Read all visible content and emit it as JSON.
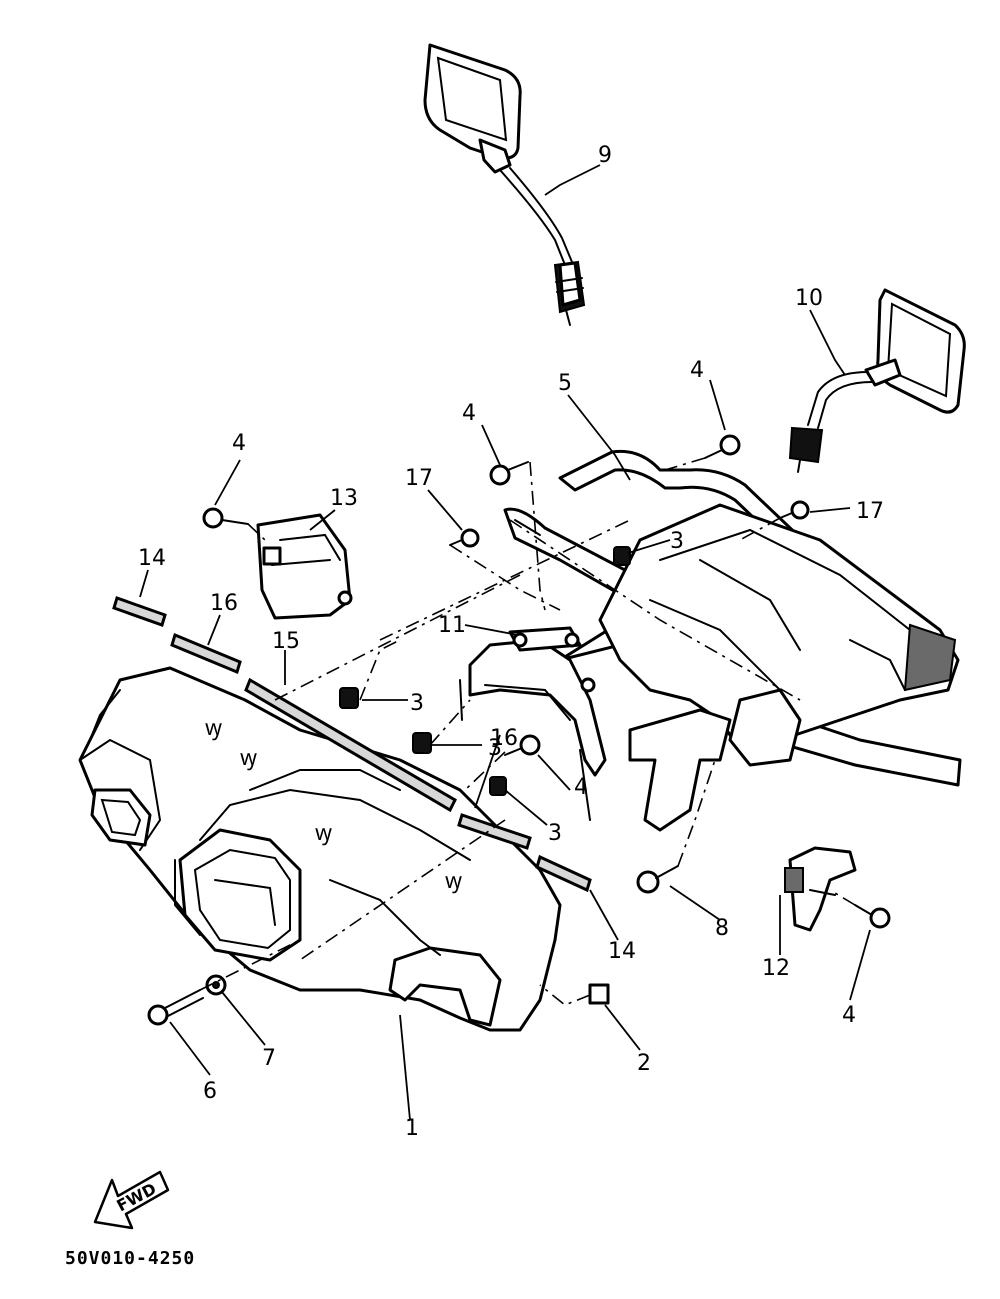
{
  "callouts": {
    "c1": "1",
    "c2": "2",
    "c3a": "3",
    "c3b": "3",
    "c3c": "3",
    "c3d": "3",
    "c4a": "4",
    "c4b": "4",
    "c4c": "4",
    "c4d": "4",
    "c4e": "4",
    "c5": "5",
    "c6": "6",
    "c7": "7",
    "c8": "8",
    "c9": "9",
    "c10": "10",
    "c11": "11",
    "c12": "12",
    "c13": "13",
    "c14a": "14",
    "c14b": "14",
    "c15": "15",
    "c16a": "16",
    "c16b": "16",
    "c17a": "17",
    "c17b": "17"
  },
  "direction_label": "FWD",
  "drawing_code": "50V010-4250"
}
